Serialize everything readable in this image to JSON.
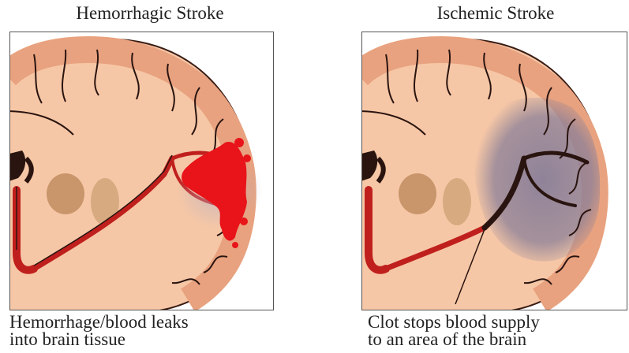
{
  "left_panel": {
    "title": "Hemorrhagic Stroke",
    "caption_lines": [
      "Hemorrhage/blood leaks",
      "into brain tissue"
    ]
  },
  "right_panel": {
    "title": "Ischemic Stroke",
    "caption_lines": [
      "Clot stops blood supply",
      "to an area of the brain"
    ]
  },
  "colors": {
    "brain_tissue": "#f6c7a6",
    "cortex": "#e8a27f",
    "sulcus_line": "#2a1410",
    "artery": "#c0201d",
    "hemorrhage": "#e8141a",
    "ischemic_area": "#8a7f98",
    "deep_nuclei": "#c9956a"
  }
}
